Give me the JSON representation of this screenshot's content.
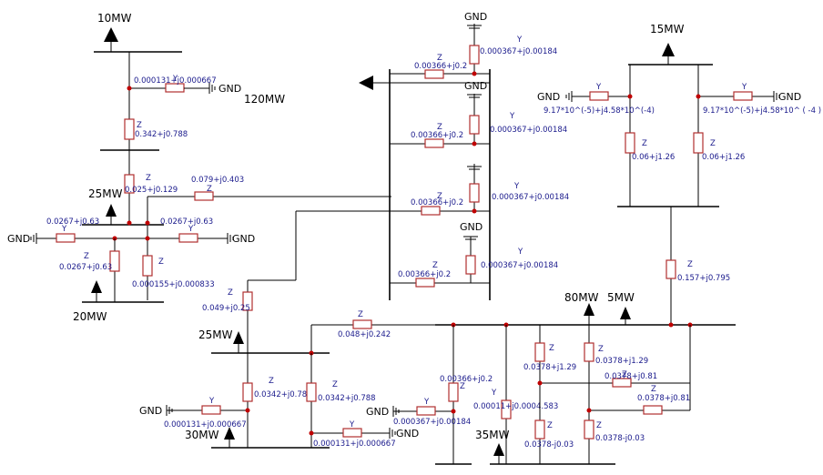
{
  "loads": {
    "l10": "10MW",
    "l120": "120MW",
    "l25a": "25MW",
    "l20": "20MW",
    "l25b": "25MW",
    "l30": "30MW",
    "l15": "15MW",
    "l80": "80MW",
    "l5": "5MW",
    "l35": "35MW"
  },
  "gnd": "GND",
  "z": "Z",
  "y": "Y",
  "values": {
    "y_top_left": "0.000131+j0.000667",
    "z_top_left": "0.342+j0.788",
    "z_025": "0.025+j0.129",
    "z_079": "0.079+j0.403",
    "y_left_a": "0.0267+j0.63",
    "y_left_b": "0.0267+j0.63",
    "z_left_c": "0.0267+j0.63",
    "z_0155": "0.000155+j0.000833",
    "z_049": "0.049+j0.25",
    "z_t1": "0.00366+j0.2",
    "y_t1": "0.000367+j0.00184",
    "z_t2": "0.00366+j0.2",
    "y_t2": "0.000367+j0.00184",
    "z_t3": "0.00366+j0.2",
    "y_t3": "0.000367+j0.00184",
    "z_t4": "0.00366+j0.2",
    "y_t4": "0.000367+j0.00184",
    "y_r_left": "9.17*10^(-5)+j4.58*10^(-4)",
    "y_r_right": "9.17*10^(-5)+j4.58*10^ ( -4 )",
    "z_r_left": "0.06+j1.26",
    "z_r_right": "0.06+j1.26",
    "z_157": "0.157+j0.795",
    "z_048": "0.048+j0.242",
    "z_b1": "0.0342+j0.788",
    "z_b2": "0.0342+j0.788",
    "y_b1": "0.000131+j0.000667",
    "y_b2": "0.000131+j0.000667",
    "z_b3": "0.00366+j0.2",
    "y_b3": "0.000367+j0.00184",
    "y_b4": "0.00011+j0.0004.583",
    "z_129a": "0.0378+j1.29",
    "z_129b": "0.0378+j1.29",
    "z_081a": "0.0378+j0.81",
    "z_081b": "0.0378+j0.81",
    "z_003a": "0.0378-j0.03",
    "z_003b": "0.0378-j0.03"
  }
}
